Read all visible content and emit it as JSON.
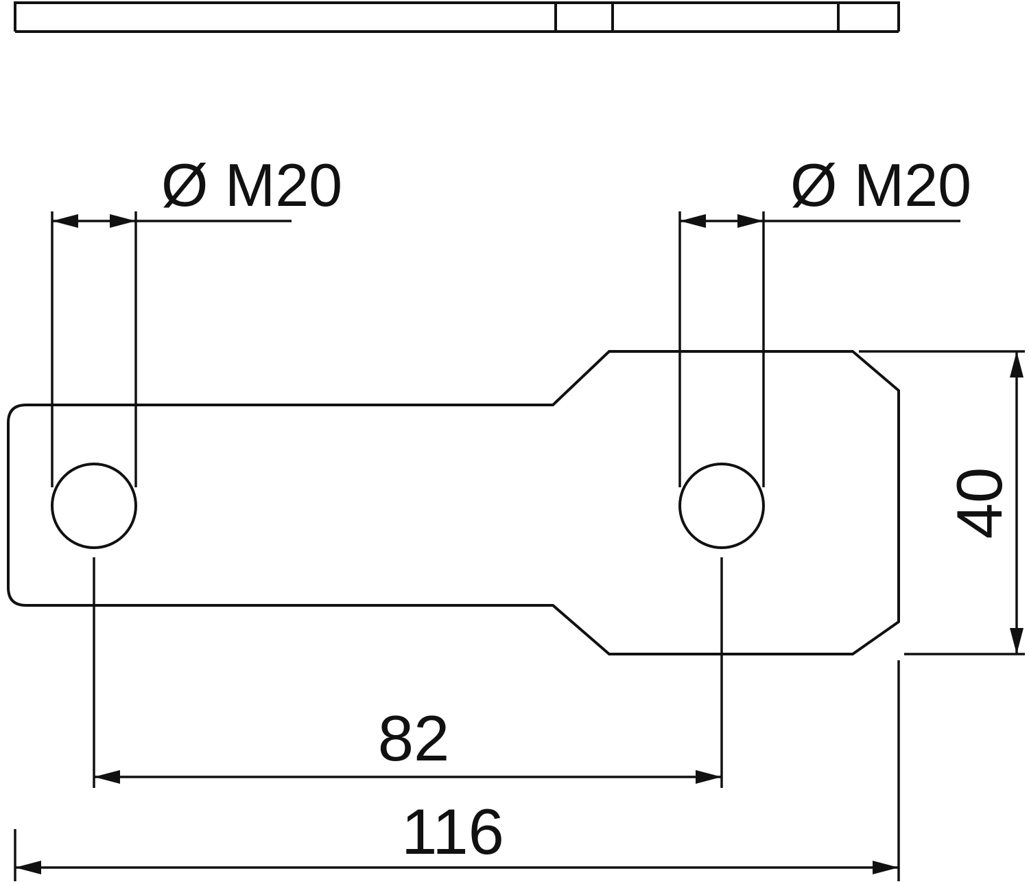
{
  "drawing": {
    "background": "#ffffff",
    "line_color": "#111111",
    "labels": {
      "hole_left": "Ø M20",
      "hole_right": "Ø M20",
      "hole_spacing": "82",
      "overall_width": "116",
      "right_end_height": "40"
    }
  }
}
